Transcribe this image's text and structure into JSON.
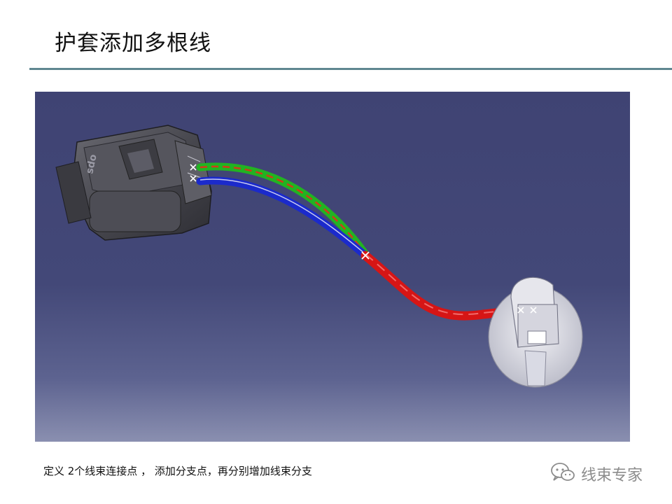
{
  "slide": {
    "title": "护套添加多根线",
    "caption": "定义 2个线束连接点 ， 添加分支点，再分别增加线束分支"
  },
  "watermark": {
    "text": "线束专家",
    "icon": "wechat-icon"
  },
  "colors": {
    "title_rule": "#5f8791",
    "viewport_background": "#434878",
    "wire_green": "#22b322",
    "wire_blue": "#1b2acb",
    "wire_red": "#d61515",
    "connector_body": "#4a4a50"
  },
  "viewport": {
    "icons": [
      "connector-housing-icon",
      "branch-point-icon",
      "ring-terminal-icon"
    ]
  }
}
